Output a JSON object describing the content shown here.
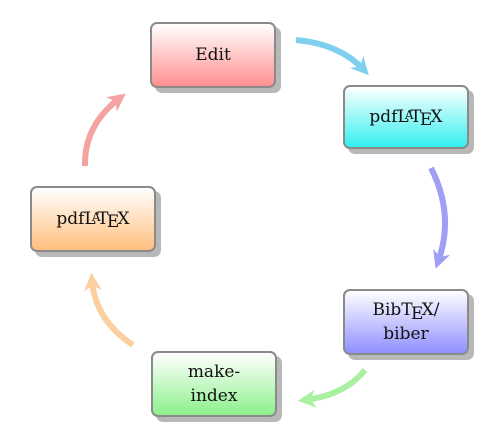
{
  "nodes": [
    {
      "id": "edit",
      "lines": [
        "Edit"
      ],
      "color": "#ff8f8f"
    },
    {
      "id": "pdflatex-1",
      "lines": [
        "pdfLATEX"
      ],
      "color": "#33f0f0"
    },
    {
      "id": "bibtex-biber",
      "lines": [
        "BibTEX/",
        "biber"
      ],
      "color": "#8f8fff"
    },
    {
      "id": "makeindex",
      "lines": [
        "make-",
        "index"
      ],
      "color": "#8df08d"
    },
    {
      "id": "pdflatex-2",
      "lines": [
        "pdfLATEX"
      ],
      "color": "#ffbf7d"
    }
  ],
  "edges": [
    {
      "from": "edit",
      "to": "pdflatex-1",
      "color": "#7fcfef"
    },
    {
      "from": "pdflatex-1",
      "to": "bibtex-biber",
      "color": "#9f9ff5"
    },
    {
      "from": "bibtex-biber",
      "to": "makeindex",
      "color": "#a9f0a0"
    },
    {
      "from": "makeindex",
      "to": "pdflatex-2",
      "color": "#fbcf9f"
    },
    {
      "from": "pdflatex-2",
      "to": "edit",
      "color": "#f5a2a2"
    }
  ]
}
